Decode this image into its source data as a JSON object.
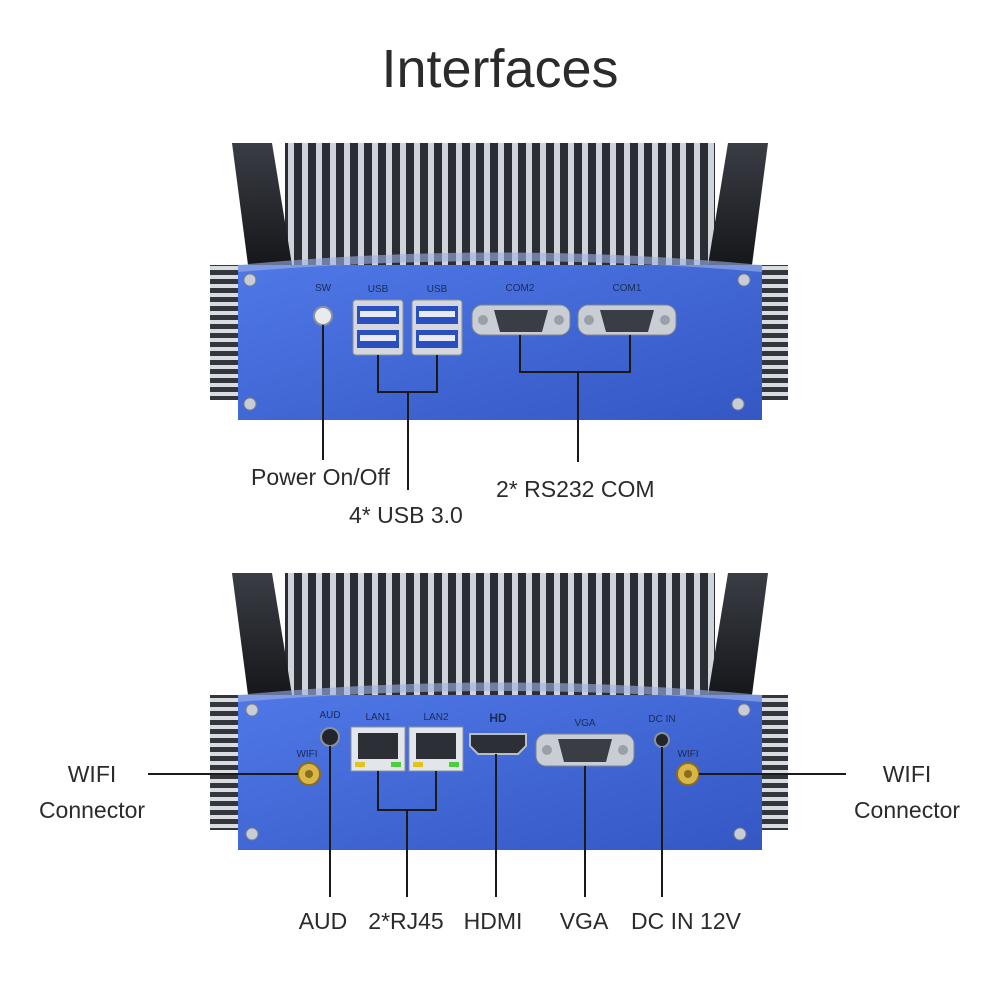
{
  "title": "Interfaces",
  "top_panel": {
    "port_labels": {
      "sw": "SW",
      "usb_a": "USB",
      "usb_b": "USB",
      "com2": "COM2",
      "com1": "COM1"
    },
    "callouts": {
      "power": "Power On/Off",
      "usb": "4* USB 3.0",
      "com": "2* RS232 COM"
    }
  },
  "bottom_panel": {
    "port_labels": {
      "aud": "AUD",
      "wifi_left": "WIFI",
      "lan1": "LAN1",
      "lan2": "LAN2",
      "hd": "HD",
      "vga": "VGA",
      "dcin": "DC IN",
      "wifi_right": "WIFI"
    },
    "callouts": {
      "wifi_left_line1": "WIFI",
      "wifi_left_line2": "Connector",
      "wifi_right_line1": "WIFI",
      "wifi_right_line2": "Connector",
      "aud": "AUD",
      "rj45": "2*RJ45",
      "hdmi": "HDMI",
      "vga": "VGA",
      "dc": "DC IN 12V"
    }
  },
  "colors": {
    "panel_blue": "#3f67d6",
    "heatsink_dark": "#2c2f35",
    "leader_line": "#1a1a1a",
    "text": "#2b2b2b"
  }
}
